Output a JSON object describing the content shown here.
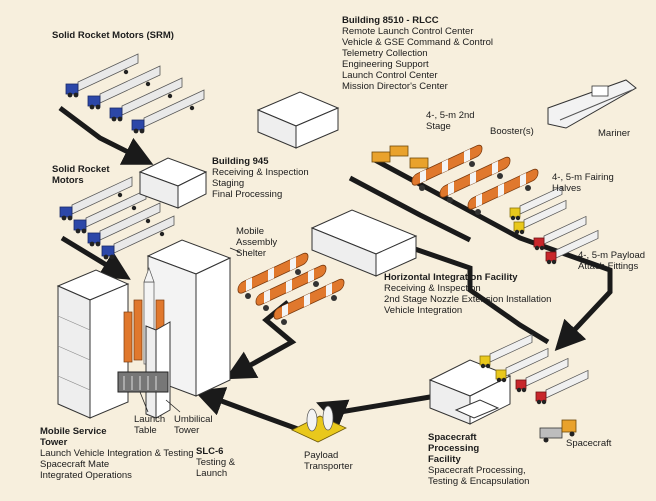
{
  "colors": {
    "background": "#f7efdd",
    "flow_arrow": "#1a1a1a",
    "motor_orange": "#e0782d",
    "truck_blue": "#2c47a8",
    "truck_yellow": "#e9c81c",
    "truck_red": "#c8262b",
    "building_white": "#ffffff"
  },
  "labels": {
    "srm_top": "Solid Rocket Motors (SRM)",
    "srm_mid": "Solid Rocket Motors",
    "bldg8510": {
      "title": "Building 8510 - RLCC",
      "lines": [
        "Remote Launch Control Center",
        "Vehicle & GSE Command & Control",
        "Telemetry Collection",
        "Engineering Support",
        "Launch Control Center",
        "Mission Director's Center"
      ]
    },
    "bldg945": {
      "title": "Building 945",
      "lines": [
        "Receiving & Inspection",
        "Staging",
        "Final Processing"
      ]
    },
    "second_stage": "4-, 5-m 2nd Stage",
    "boosters": "Booster(s)",
    "mariner": "Mariner",
    "fairing": "4-, 5-m Fairing Halves",
    "payload_attach": "4-, 5-m Payload Attach Fittings",
    "mas": "Mobile Assembly Shelter",
    "hif": {
      "title": "Horizontal Integration Facility",
      "lines": [
        "Receiving & Inspection",
        "2nd Stage Nozzle Extension Installation",
        "Vehicle Integration"
      ]
    },
    "launch_table": "Launch Table",
    "umbilical": "Umbilical Tower",
    "mst": {
      "title": "Mobile Service Tower",
      "lines": [
        "Launch Vehicle Integration & Testing",
        "Spacecraft Mate",
        "Integrated Operations"
      ]
    },
    "slc6": {
      "title": "SLC-6",
      "lines": [
        "Testing &",
        "Launch"
      ]
    },
    "payload_transporter": "Payload Transporter",
    "spacecraft_processing": {
      "title": "Spacecraft Processing Facility",
      "lines": [
        "Spacecraft Processing,",
        "Testing & Encapsulation"
      ]
    },
    "spacecraft": "Spacecraft"
  }
}
